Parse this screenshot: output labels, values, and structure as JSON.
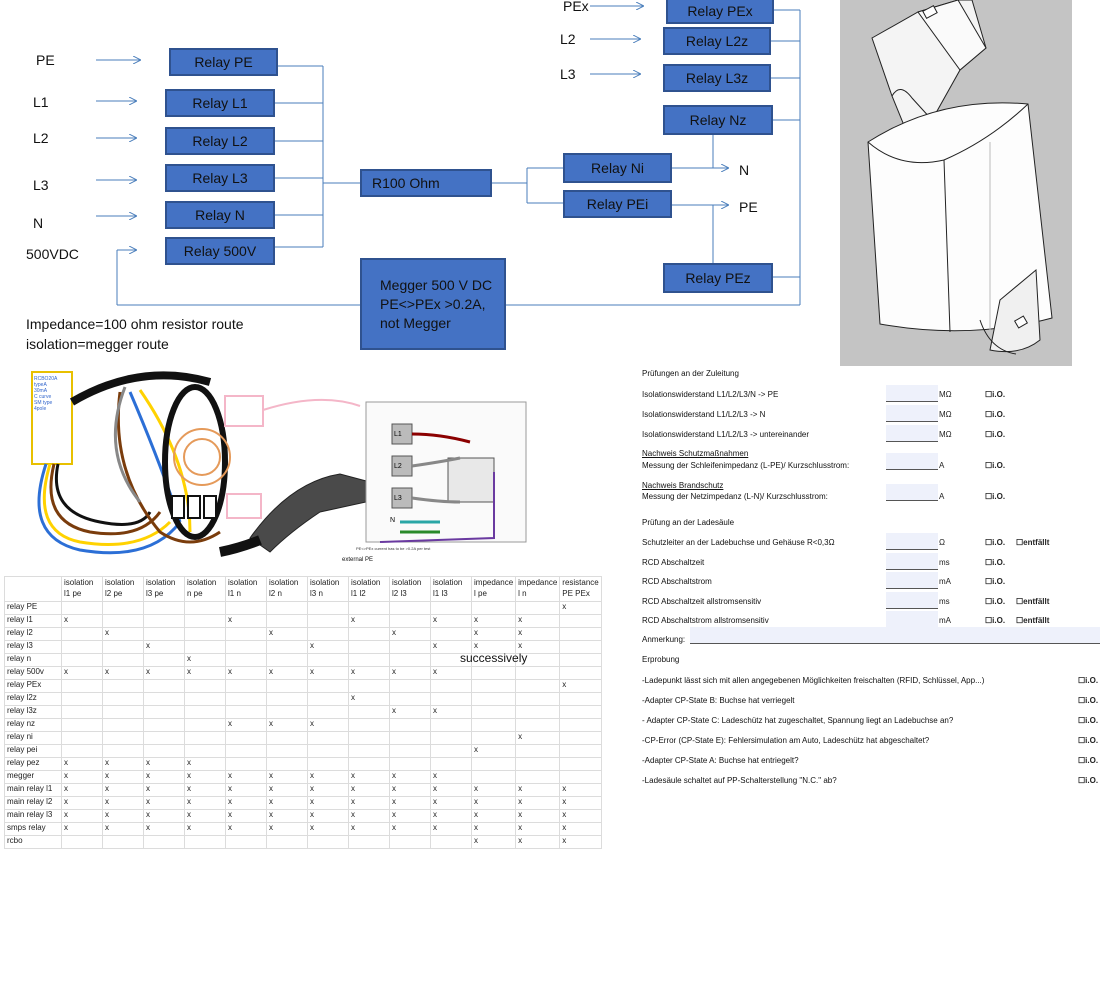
{
  "diagram": {
    "inputs_left": [
      "PE",
      "L1",
      "L2",
      "L3",
      "N",
      "500VDC"
    ],
    "relays_left": [
      "Relay PE",
      "Relay L1",
      "Relay L2",
      "Relay L3",
      "Relay N",
      "Relay 500V"
    ],
    "resistor": "R100 Ohm",
    "relay_ni": "Relay Ni",
    "relay_pei": "Relay PEi",
    "out_n": "N",
    "out_pe": "PE",
    "inputs_right": [
      "PEx",
      "L2",
      "L3"
    ],
    "relays_right": [
      "Relay PEx",
      "Relay L2z",
      "Relay L3z",
      "Relay Nz"
    ],
    "relay_pez": "Relay PEz",
    "megger": [
      "Megger 500 V DC",
      "PE<>PEx >0.2A,",
      "not Megger"
    ],
    "note_lines": [
      "Impedance=100 ohm resistor route",
      "isolation=megger route"
    ]
  },
  "wiring_photo": {
    "rcbo_label": [
      "RCBO20A",
      "typeA",
      "30mA",
      "C curve",
      "SM type",
      "4pole"
    ],
    "bottom_caption": "PE<>PEx current has to be >0.2A per test",
    "external_pe": "external PE"
  },
  "matrix": {
    "headers": [
      "isolation l1 pe",
      "isolation l2 pe",
      "isolation l3 pe",
      "isolation n pe",
      "isolation l1 n",
      "isolation l2 n",
      "isolation l3 n",
      "isolation l1 l2",
      "isolation l2 l3",
      "isolation l1 l3",
      "impedance l pe",
      "impedance l n",
      "resistance PE PEx"
    ],
    "rows": [
      {
        "label": "relay PE",
        "cells": [
          "",
          "",
          "",
          "",
          "",
          "",
          "",
          "",
          "",
          "",
          "",
          "",
          "x"
        ]
      },
      {
        "label": "relay l1",
        "cells": [
          "x",
          "",
          "",
          "",
          "x",
          "",
          "",
          "x",
          "",
          "x",
          "x",
          "x",
          ""
        ]
      },
      {
        "label": "relay l2",
        "cells": [
          "",
          "x",
          "",
          "",
          "",
          "x",
          "",
          "",
          "x",
          "",
          "x",
          "x",
          ""
        ]
      },
      {
        "label": "relay l3",
        "cells": [
          "",
          "",
          "x",
          "",
          "",
          "",
          "x",
          "",
          "",
          "x",
          "x",
          "x",
          ""
        ]
      },
      {
        "label": "relay n",
        "cells": [
          "",
          "",
          "",
          "x",
          "",
          "",
          "",
          "",
          "",
          "",
          "",
          "",
          ""
        ]
      },
      {
        "label": "relay 500v",
        "cells": [
          "x",
          "x",
          "x",
          "x",
          "x",
          "x",
          "x",
          "x",
          "x",
          "x",
          "",
          "",
          ""
        ]
      },
      {
        "label": "relay PEx",
        "cells": [
          "",
          "",
          "",
          "",
          "",
          "",
          "",
          "",
          "",
          "",
          "",
          "",
          "x"
        ]
      },
      {
        "label": "relay l2z",
        "cells": [
          "",
          "",
          "",
          "",
          "",
          "",
          "",
          "x",
          "",
          "",
          "",
          "",
          ""
        ]
      },
      {
        "label": "relay l3z",
        "cells": [
          "",
          "",
          "",
          "",
          "",
          "",
          "",
          "",
          "x",
          "x",
          "",
          "",
          ""
        ]
      },
      {
        "label": "relay nz",
        "cells": [
          "",
          "",
          "",
          "",
          "x",
          "x",
          "x",
          "",
          "",
          "",
          "",
          "",
          ""
        ]
      },
      {
        "label": "relay ni",
        "cells": [
          "",
          "",
          "",
          "",
          "",
          "",
          "",
          "",
          "",
          "",
          "",
          "x",
          ""
        ]
      },
      {
        "label": "relay pei",
        "cells": [
          "",
          "",
          "",
          "",
          "",
          "",
          "",
          "",
          "",
          "",
          "x",
          "",
          ""
        ]
      },
      {
        "label": "relay pez",
        "cells": [
          "x",
          "x",
          "x",
          "x",
          "",
          "",
          "",
          "",
          "",
          "",
          "",
          "",
          ""
        ]
      },
      {
        "label": "megger",
        "cells": [
          "x",
          "x",
          "x",
          "x",
          "x",
          "x",
          "x",
          "x",
          "x",
          "x",
          "",
          "",
          ""
        ]
      },
      {
        "label": "main relay l1",
        "cells": [
          "x",
          "x",
          "x",
          "x",
          "x",
          "x",
          "x",
          "x",
          "x",
          "x",
          "x",
          "x",
          "x"
        ]
      },
      {
        "label": "main relay l2",
        "cells": [
          "x",
          "x",
          "x",
          "x",
          "x",
          "x",
          "x",
          "x",
          "x",
          "x",
          "x",
          "x",
          "x"
        ]
      },
      {
        "label": "main relay l3",
        "cells": [
          "x",
          "x",
          "x",
          "x",
          "x",
          "x",
          "x",
          "x",
          "x",
          "x",
          "x",
          "x",
          "x"
        ]
      },
      {
        "label": "smps relay",
        "cells": [
          "x",
          "x",
          "x",
          "x",
          "x",
          "x",
          "x",
          "x",
          "x",
          "x",
          "x",
          "x",
          "x"
        ]
      },
      {
        "label": "rcbo",
        "cells": [
          "",
          "",
          "",
          "",
          "",
          "",
          "",
          "",
          "",
          "",
          "x",
          "x",
          "x"
        ]
      }
    ],
    "note": "successively"
  },
  "checklist": {
    "section1": "Prüfungen an der Zuleitung",
    "items1": [
      {
        "text": "Isolationswiderstand L1/L2/L3/N -> PE",
        "unit": "MΩ",
        "io": "☐i.O."
      },
      {
        "text": "Isolationswiderstand L1/L2/L3 -> N",
        "unit": "MΩ",
        "io": "☐i.O."
      },
      {
        "text": "Isolationswiderstand L1/L2/L3 -> untereinander",
        "unit": "MΩ",
        "io": "☐i.O."
      }
    ],
    "schutz_title": "Nachweis Schutzmaßnahmen",
    "schutz_text": "Messung der Schleifenimpedanz (L-PE)/ Kurzschlusstrom:",
    "schutz_unit": "A",
    "brand_title": "Nachweis Brandschutz",
    "brand_text": "Messung der Netzimpedanz (L-N)/ Kurzschlusstrom:",
    "brand_unit": "A",
    "section2": "Prüfung an der Ladesäule",
    "items2": [
      {
        "text": "Schutzleiter an der Ladebuchse und Gehäuse R<0,3Ω",
        "unit": "Ω",
        "io": "☐i.O.",
        "na": "☐entfällt"
      },
      {
        "text": "RCD Abschaltzeit",
        "unit": "ms",
        "io": "☐i.O.",
        "na": ""
      },
      {
        "text": "RCD Abschaltstrom",
        "unit": "mA",
        "io": "☐i.O.",
        "na": ""
      },
      {
        "text": "RCD Abschaltzeit allstromsensitiv",
        "unit": "ms",
        "io": "☐i.O.",
        "na": "☐entfällt"
      },
      {
        "text": "RCD Abschaltstrom allstromsensitiv",
        "unit": "mA",
        "io": "☐i.O.",
        "na": "☐entfällt"
      }
    ],
    "remark": "Anmerkung:",
    "section3": "Erprobung",
    "items3": [
      "-Ladepunkt lässt sich mit allen angegebenen Möglichkeiten freischalten (RFID, Schlüssel, App...)",
      "-Adapter CP-State B: Buchse hat verriegelt",
      "- Adapter CP-State C: Ladeschütz hat zugeschaltet, Spannung liegt an Ladebuchse an?",
      "-CP-Error (CP-State E): Fehlersimulation am Auto, Ladeschütz hat abgeschaltet?",
      "-Adapter CP-State A: Buchse hat entriegelt?",
      "-Ladesäule schaltet auf PP-Schalterstellung \"N.C.\" ab?"
    ],
    "items3_io": "☐i.O."
  }
}
